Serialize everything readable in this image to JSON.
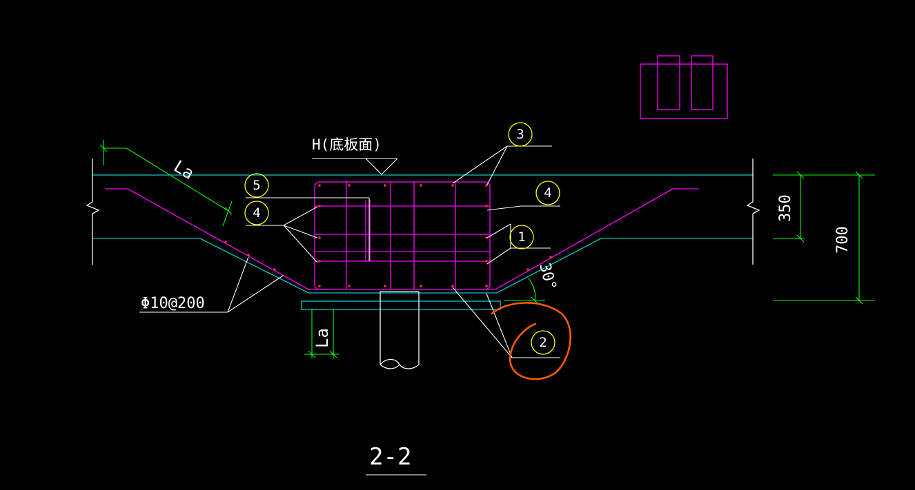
{
  "diagram": {
    "colors": {
      "background": "#000000",
      "concrete_outline": "#00c8c8",
      "rebar": "#ff00ff",
      "annotation_lines": "#ffffff",
      "dimension_lines": "#00ff00",
      "tag_circles": "#ffff00",
      "highlight_mark": "#ff5a00"
    },
    "labels": {
      "elevation": "H(底板面)",
      "rebar_spec": "Φ10@200",
      "anchorage_top": "La",
      "anchorage_bottom": "La",
      "slope_angle": "30°",
      "section_title": "2-2",
      "dim_inner": "350",
      "dim_outer": "700"
    },
    "tags": [
      "3",
      "5",
      "4",
      "4",
      "1",
      "2"
    ]
  }
}
